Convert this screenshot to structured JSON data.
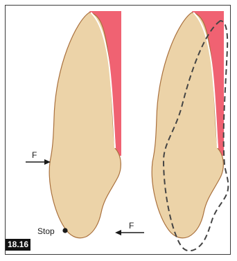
{
  "figure": {
    "number": "18.16",
    "labels": {
      "force_left": "F",
      "force_right": "F",
      "stop": "Stop"
    },
    "colors": {
      "tooth_fill": "#ecd3a8",
      "tooth_outline": "#a9703d",
      "gingiva": "#f06272",
      "dashed_outline": "#444444",
      "arrow": "#1a1a1a",
      "frame": "#3a3a3a"
    }
  }
}
